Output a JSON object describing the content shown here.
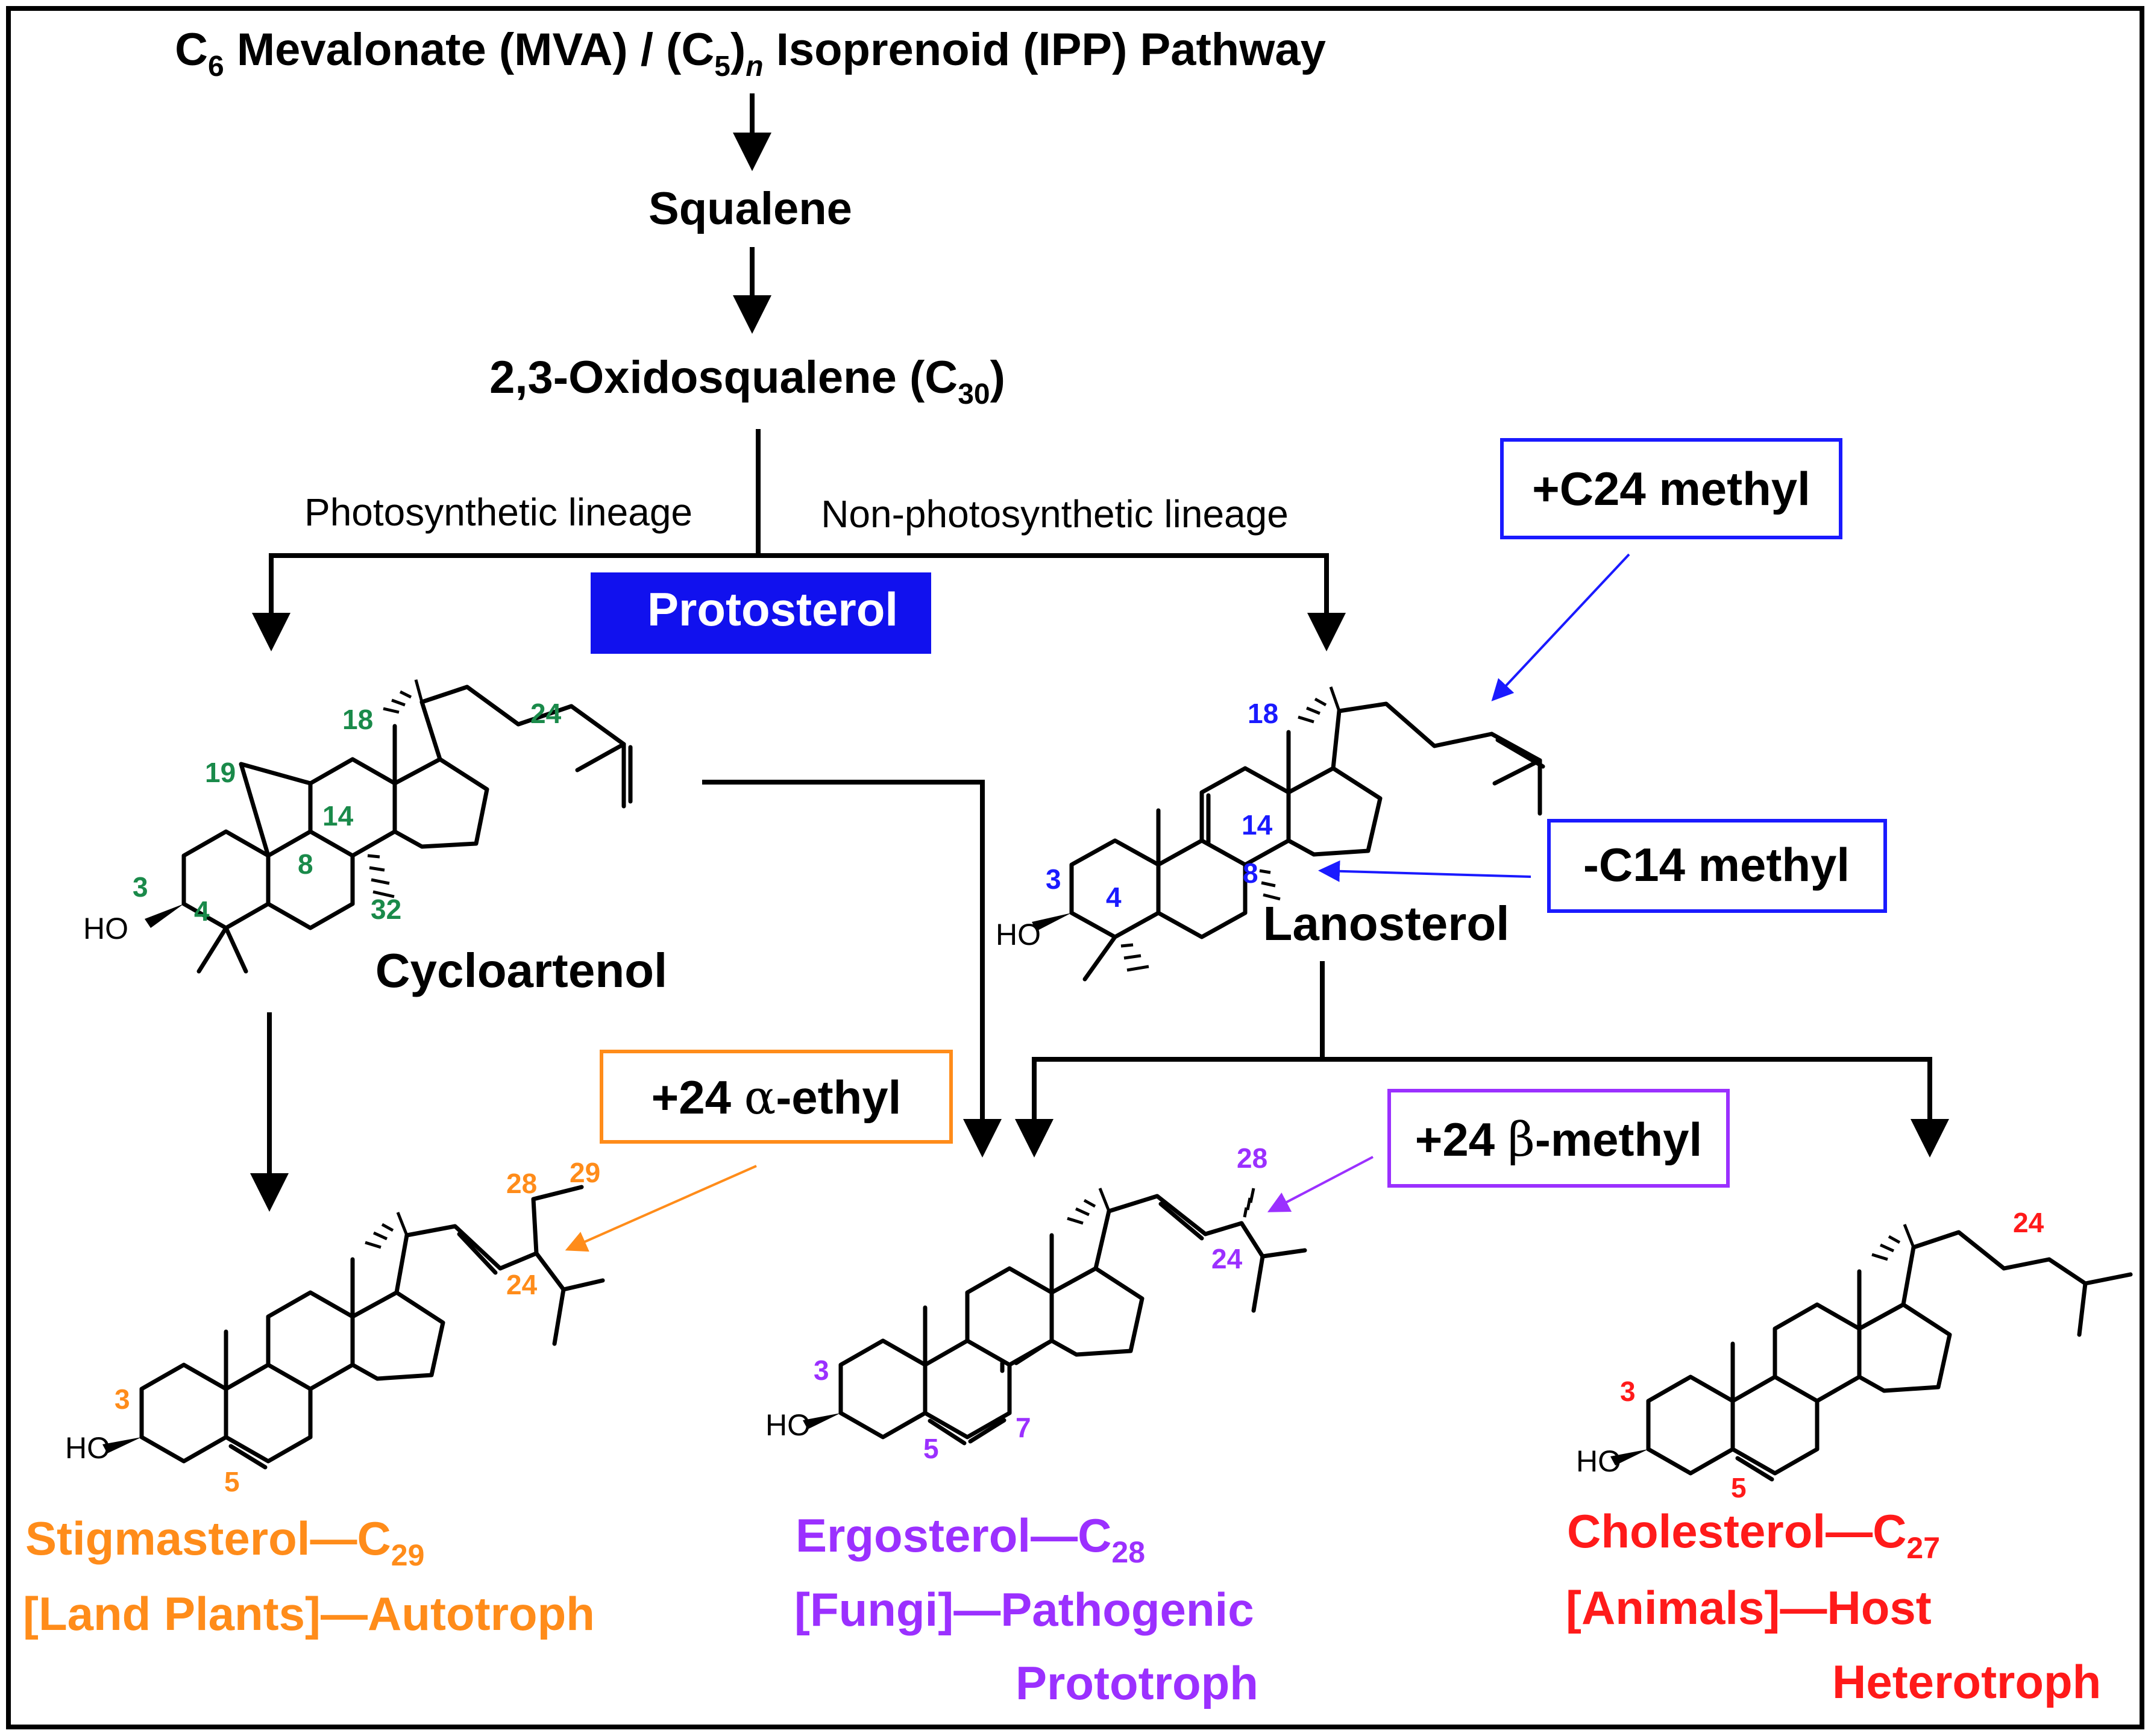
{
  "title": {
    "prefix": "C",
    "sub_6": "6",
    "part1": " Mevalonate (MVA) / (C",
    "sub_5": "5",
    "paren": ")",
    "sub_n": "n",
    "part2": " Isoprenoid (IPP) Pathway"
  },
  "steps": {
    "squalene": "Squalene",
    "oxido_main": "2,3-Oxidosqualene (C",
    "oxido_sub": "30",
    "oxido_end": ")"
  },
  "lineages": {
    "photo": "Photosynthetic lineage",
    "nonphoto": "Non-photosynthetic lineage"
  },
  "protosterol": "Protosterol",
  "boxes": {
    "c24_methyl": "+C24 methyl",
    "c14_methyl": "-C14 methyl",
    "alpha_ethyl_prefix": "+24 ",
    "alpha_symbol": "α",
    "alpha_ethyl_suffix": "-ethyl",
    "beta_methyl_prefix": "+24 ",
    "beta_symbol": "β",
    "beta_methyl_suffix": "-methyl"
  },
  "names": {
    "cycloartenol": "Cycloartenol",
    "lanosterol": "Lanosterol"
  },
  "ho": "HO",
  "atom_numbers": {
    "cyclo": [
      "19",
      "18",
      "24",
      "14",
      "8",
      "3",
      "4",
      "32"
    ],
    "lano": [
      "18",
      "14",
      "8",
      "3",
      "4"
    ],
    "stig": [
      "28",
      "29",
      "24",
      "3",
      "5"
    ],
    "ergo": [
      "28",
      "24",
      "3",
      "5",
      "7"
    ],
    "chol": [
      "24",
      "3",
      "5"
    ]
  },
  "footers": {
    "stig_name": "Stigmasterol—C",
    "stig_sub": "29",
    "stig_line2": "[Land Plants]—Autotroph",
    "ergo_name": "Ergosterol—C",
    "ergo_sub": "28",
    "ergo_line2": "[Fungi]—Pathogenic",
    "ergo_line3": "Prototroph",
    "chol_name": "Cholesterol—C",
    "chol_sub": "27",
    "chol_line2": "[Animals]—Host",
    "chol_line3": "Heterotroph"
  },
  "colors": {
    "green": "#1a8a4a",
    "blue": "#1a1aff",
    "protosterol_bg": "#1111ee",
    "orange": "#ff8c1a",
    "purple": "#9b30ff",
    "red": "#ff1a1a"
  }
}
